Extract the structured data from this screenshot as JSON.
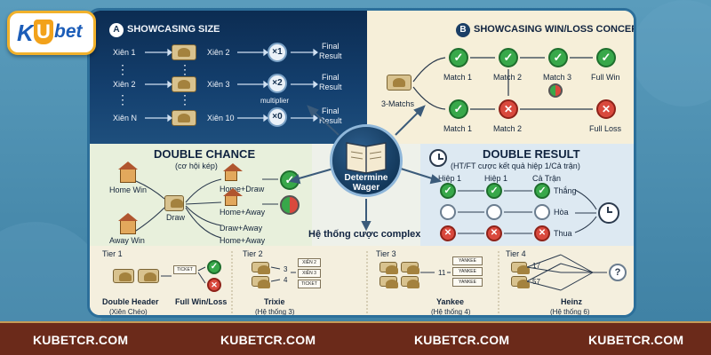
{
  "brand": {
    "logo_k": "K",
    "logo_u": "U",
    "logo_rest": "bet",
    "primary_color": "#1c5db8",
    "accent_color": "#f2a21b"
  },
  "sectionA": {
    "badge": "A",
    "title": "SHOWCASING SIZE",
    "rows": [
      {
        "left": "Xiên 1",
        "right": "Xiên 2",
        "mult": "×1",
        "result": "Final\nResult"
      },
      {
        "left": "Xiên 2",
        "right": "Xiên 3",
        "mult": "×2",
        "result": "Final\nResult"
      },
      {
        "left": "Xiên N",
        "right": "Xiên 10",
        "mult": "×0",
        "result": "Final\nResult"
      }
    ],
    "dots": "⋮",
    "multiplier_label": "multiplier"
  },
  "sectionB": {
    "badge": "B",
    "title": "SHOWCASING WIN/LOSS CONCEPT",
    "start_label": "3-Matchs",
    "top_row": [
      "Match 1",
      "Match 2",
      "Match 3",
      "Full Win"
    ],
    "bottom_row": [
      "Match 1",
      "Match 2",
      "Full Loss"
    ]
  },
  "hub": {
    "label": "Determine Wager"
  },
  "doubleChance": {
    "title": "DOUBLE CHANCE",
    "subtitle": "(cơ hội kép)",
    "home_win": "Home Win",
    "away_win": "Away Win",
    "draw": "Draw",
    "outcomes": [
      "Home+Draw",
      "Home+Away",
      "Draw+Away",
      "Home+Away"
    ]
  },
  "doubleResult": {
    "title": "DOUBLE RESULT",
    "subtitle": "(HT/FT cược kết quả hiệp 1/Cả trận)",
    "col1": "Hiệp 1",
    "col2": "Hiệp 1",
    "col3": "Cả Trận",
    "rows": [
      "Thắng",
      "Hòa",
      "Thua"
    ]
  },
  "complex": {
    "title": "Hệ thống cược complex",
    "tiers": [
      {
        "tier": "Tier 1",
        "name": "Double Header",
        "sub": "(Xiên Chéo)",
        "extra": "Full Win/Loss"
      },
      {
        "tier": "Tier 2",
        "name": "Trixie",
        "sub": "(Hệ thống 3)",
        "numbers": [
          "3",
          "4"
        ]
      },
      {
        "tier": "Tier 3",
        "name": "Yankee",
        "sub": "(Hệ thống 4)",
        "numbers": [
          "11"
        ]
      },
      {
        "tier": "Tier 4",
        "name": "Heinz",
        "sub": "(Hệ thống 6)",
        "numbers": [
          "17",
          "57"
        ],
        "mark": "?"
      }
    ],
    "ticket_labels": [
      "TICKET",
      "XIÊN 2",
      "XIÊN 3",
      "TICKET",
      "YANKEE",
      "YANKEE",
      "YANKEE"
    ]
  },
  "footer": {
    "items": [
      "KUBETCR.COM",
      "KUBETCR.COM",
      "KUBETCR.COM",
      "KUBETCR.COM"
    ]
  }
}
